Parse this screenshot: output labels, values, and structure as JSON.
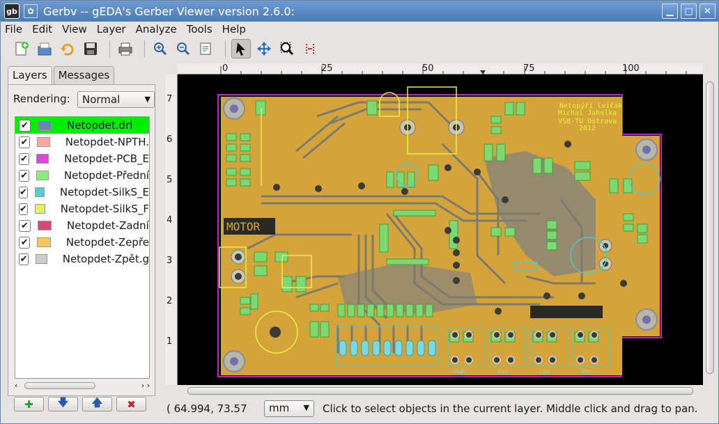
{
  "window": {
    "title": "Gerbv -- gEDA's Gerber Viewer version 2.6.0:",
    "app_icon": "gerbv-app-icon",
    "controls": [
      "minimize-icon",
      "maximize-icon",
      "close-icon"
    ]
  },
  "menubar": {
    "items": [
      "File",
      "Edit",
      "View",
      "Layer",
      "Analyze",
      "Tools",
      "Help"
    ]
  },
  "toolbar": {
    "buttons": [
      "new-project-icon",
      "open-icon",
      "revert-icon",
      "save-icon",
      "print-icon",
      "zoom-in-icon",
      "zoom-out-icon",
      "zoom-fit-icon",
      "pointer-tool-icon",
      "pan-tool-icon",
      "zoom-tool-icon",
      "measure-tool-icon"
    ],
    "active": "pointer-tool-icon"
  },
  "sidebar": {
    "tabs": [
      "Layers",
      "Messages"
    ],
    "selected_tab": "Layers",
    "rendering_label": "Rendering:",
    "rendering_value": "Normal",
    "layers": [
      {
        "name": "Netopdet.drl",
        "color": "#6688aa",
        "checked": true,
        "selected": true
      },
      {
        "name": "Netopdet-NPTH.",
        "color": "#f8a8a0",
        "checked": true,
        "selected": false
      },
      {
        "name": "Netopdet-PCB_E",
        "color": "#d94ad4",
        "checked": true,
        "selected": false
      },
      {
        "name": "Netopdet-Přední",
        "color": "#90e880",
        "checked": true,
        "selected": false
      },
      {
        "name": "Netopdet-SilkS_E",
        "color": "#50d0d0",
        "checked": true,
        "selected": false
      },
      {
        "name": "Netopdet-SilkS_F",
        "color": "#e4f060",
        "checked": true,
        "selected": false
      },
      {
        "name": "Netopdet-Zadní",
        "color": "#d84878",
        "checked": true,
        "selected": false
      },
      {
        "name": "Netopdet-Zepře",
        "color": "#f8c860",
        "checked": true,
        "selected": false
      },
      {
        "name": "Netopdet-Zpět.g",
        "color": "#cccccc",
        "checked": true,
        "selected": false
      }
    ],
    "buttons": [
      "add-layer-icon",
      "move-down-icon",
      "move-up-icon",
      "remove-layer-icon"
    ]
  },
  "rulers": {
    "top": [
      "0",
      "25",
      "50",
      "75",
      "100"
    ],
    "left": [
      "7",
      "6",
      "5",
      "4",
      "3",
      "2",
      "1"
    ]
  },
  "board_text": {
    "header": [
      "Netopýří lvíčák",
      "Michal Jahelka",
      "VSB-TU Ostrava",
      "2012"
    ],
    "motor_label": "MOTOR",
    "bottom_labels": [
      "PWR",
      "CH1",
      "CH2",
      "CH3"
    ]
  },
  "statusbar": {
    "coords": "( 64.994,   73.57",
    "unit": "mm",
    "hint": "Click to select objects in the current layer. Middle click and drag to pan."
  }
}
